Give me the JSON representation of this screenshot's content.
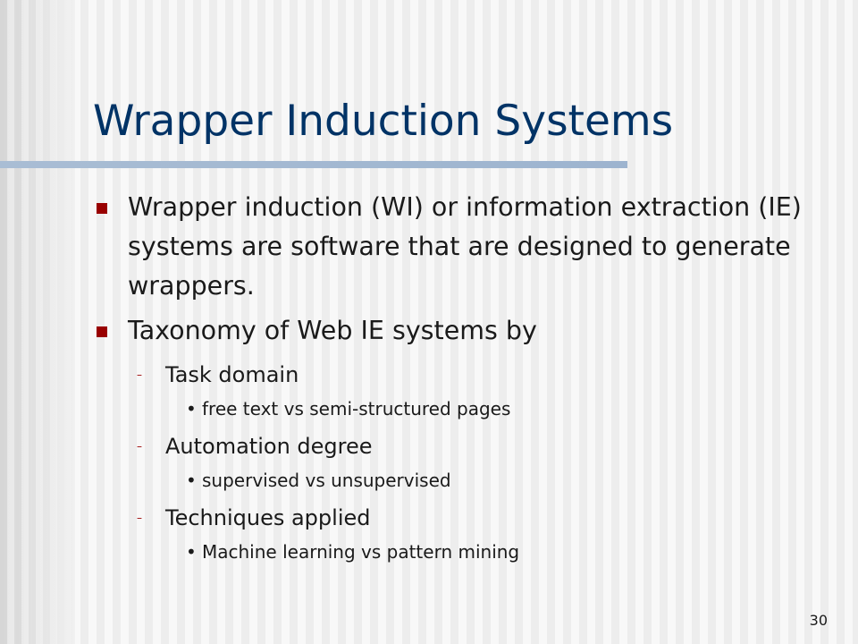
{
  "slide": {
    "title": "Wrapper Induction Systems",
    "page_number": "30",
    "colors": {
      "title": "#003366",
      "bullet": "#990000",
      "rule": "#a9bdd4"
    },
    "bullets": [
      {
        "text": "Wrapper induction (WI) or information extraction (IE) systems are software that are designed to generate wrappers."
      },
      {
        "text": "Taxonomy of Web IE systems by",
        "sub": [
          {
            "text": "Task domain",
            "sub": [
              "free text vs semi-structured pages"
            ]
          },
          {
            "text": "Automation degree",
            "sub": [
              "supervised vs unsupervised"
            ]
          },
          {
            "text": "Techniques applied",
            "sub": [
              "Machine learning vs pattern mining"
            ]
          }
        ]
      }
    ]
  }
}
